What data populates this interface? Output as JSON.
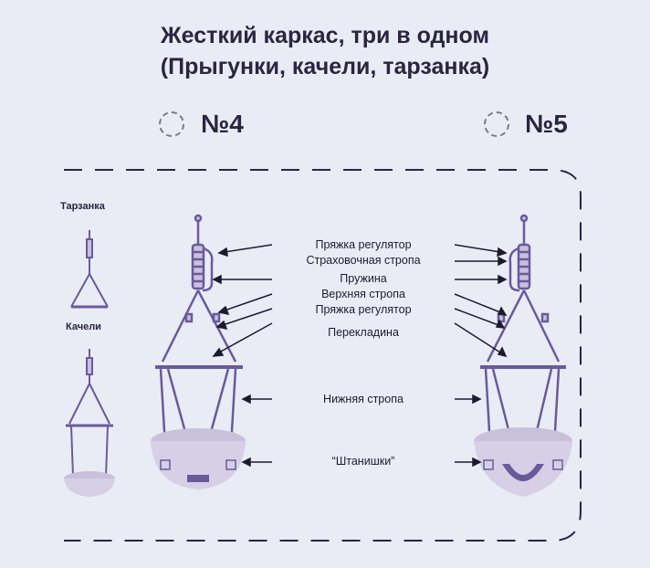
{
  "title_line1": "Жесткий каркас, три в одном",
  "title_line2": "(Прыгунки, качели, тарзанка)",
  "models": [
    {
      "label": "№4"
    },
    {
      "label": "№5"
    }
  ],
  "side_variants": [
    {
      "label": "Тарзанка"
    },
    {
      "label": "Качели"
    }
  ],
  "parts": [
    {
      "label": "Пряжка регулятор"
    },
    {
      "label": "Страховочная стропа"
    },
    {
      "label": "Пружина"
    },
    {
      "label": "Верхняя стропа"
    },
    {
      "label": "Пряжка регулятор"
    },
    {
      "label": "Перекладина"
    },
    {
      "label": "Нижняя стропа"
    },
    {
      "label": "“Штанишки”"
    }
  ],
  "colors": {
    "accent": "#6a5a9c",
    "light": "#c9c0dc",
    "dark": "#4a3d78",
    "background": "#e9ecf5"
  }
}
